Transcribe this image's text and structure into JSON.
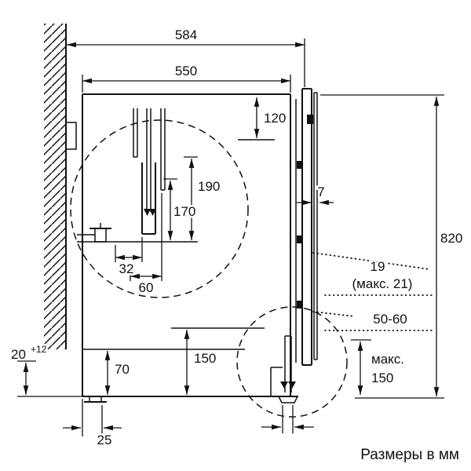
{
  "diagram": {
    "unit_note": "Размеры в мм",
    "dims": {
      "total_width": "584",
      "cabinet_width": "550",
      "top_clearance": "120",
      "hose_height_190": "190",
      "hose_height_170": "170",
      "hose_offset_32": "32",
      "hose_offset_60": "60",
      "door_thickness_7": "7",
      "total_height": "820",
      "door_gap_19": "19",
      "door_gap_max": "(макс. 21)",
      "plinth_recess": "50-60",
      "skirting_20": "20",
      "skirting_tolerance": "+12",
      "base_70": "70",
      "clearance_150": "150",
      "plinth_max_label": "макс.",
      "plinth_max_value": "150",
      "side_offset_25": "25"
    },
    "colors": {
      "line": "#111111",
      "background": "#ffffff"
    }
  }
}
